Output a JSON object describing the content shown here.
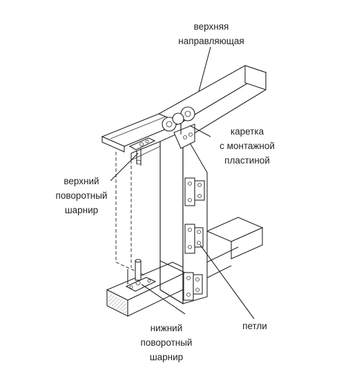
{
  "labels": {
    "top_rail": [
      "верхняя",
      "направляющая"
    ],
    "carriage": [
      "каретка",
      "с монтажной",
      "пластиной"
    ],
    "top_pivot": [
      "верхний",
      "поворотный",
      "шарнир"
    ],
    "bottom_pivot": [
      "нижний",
      "поворотный",
      "шарнир"
    ],
    "hinges": "петли"
  },
  "colors": {
    "line": "#222222",
    "background": "#ffffff"
  }
}
